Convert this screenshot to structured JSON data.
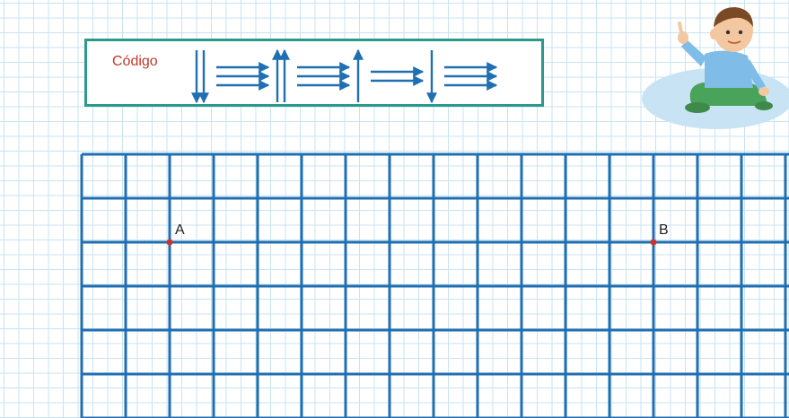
{
  "code_box": {
    "label": "Código",
    "sequence": [
      "down",
      "down",
      "right",
      "right",
      "right",
      "up",
      "up",
      "right",
      "right",
      "right",
      "up",
      "right",
      "right",
      "down",
      "right",
      "right",
      "right"
    ]
  },
  "points": [
    {
      "label": "A",
      "col": 2,
      "row": 2
    },
    {
      "label": "B",
      "col": 13,
      "row": 2
    }
  ],
  "grid": {
    "cols": 16,
    "rows": 6
  },
  "colors": {
    "grid_line": "#1f6fb2",
    "arrow": "#1f6fb2",
    "box_border": "#2b9a8c",
    "label": "#c0392b",
    "point": "#d0312d",
    "background_grid": "#c9e3f2"
  },
  "character": "child-pointing-icon"
}
